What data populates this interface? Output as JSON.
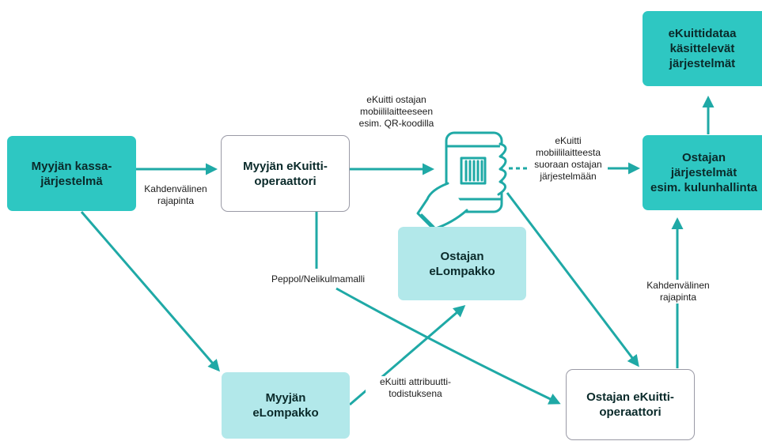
{
  "colors": {
    "teal": "#2ec7c2",
    "light_teal": "#b2e8ea",
    "arrow": "#1fa9a6",
    "outline": "#9a9aa6"
  },
  "nodes": {
    "seller_pos": "Myyjän kassa-\njärjestelmä",
    "seller_operator": "Myyjän eKuitti-\noperaattori",
    "buyer_wallet": "Ostajan\neLompakko",
    "seller_wallet": "Myyjän\neLompakko",
    "buyer_operator": "Ostajan eKuitti-\noperaattori",
    "buyer_systems": "Ostajan\njärjestelmät\nesim. kulunhallinta",
    "processing_systems": "eKuittidataa\nkäsittelevät\njärjestelmät"
  },
  "icons": {
    "phone": "phone-hand-qr-icon"
  },
  "labels": {
    "bilateral_left": "Kahdenvälinen\nrajapinta",
    "to_mobile": "eKuitti ostajan\nmobiililaitteeseen\nesim. QR-koodilla",
    "mobile_to_buyer": "eKuitti\nmobiililaitteesta\nsuoraan ostajan\njärjestelmään",
    "peppol": "Peppol/Nelikulmamalli",
    "attribute": "eKuitti attribuutti-\ntodistuksena",
    "bilateral_right": "Kahdenvälinen\nrajapinta"
  }
}
